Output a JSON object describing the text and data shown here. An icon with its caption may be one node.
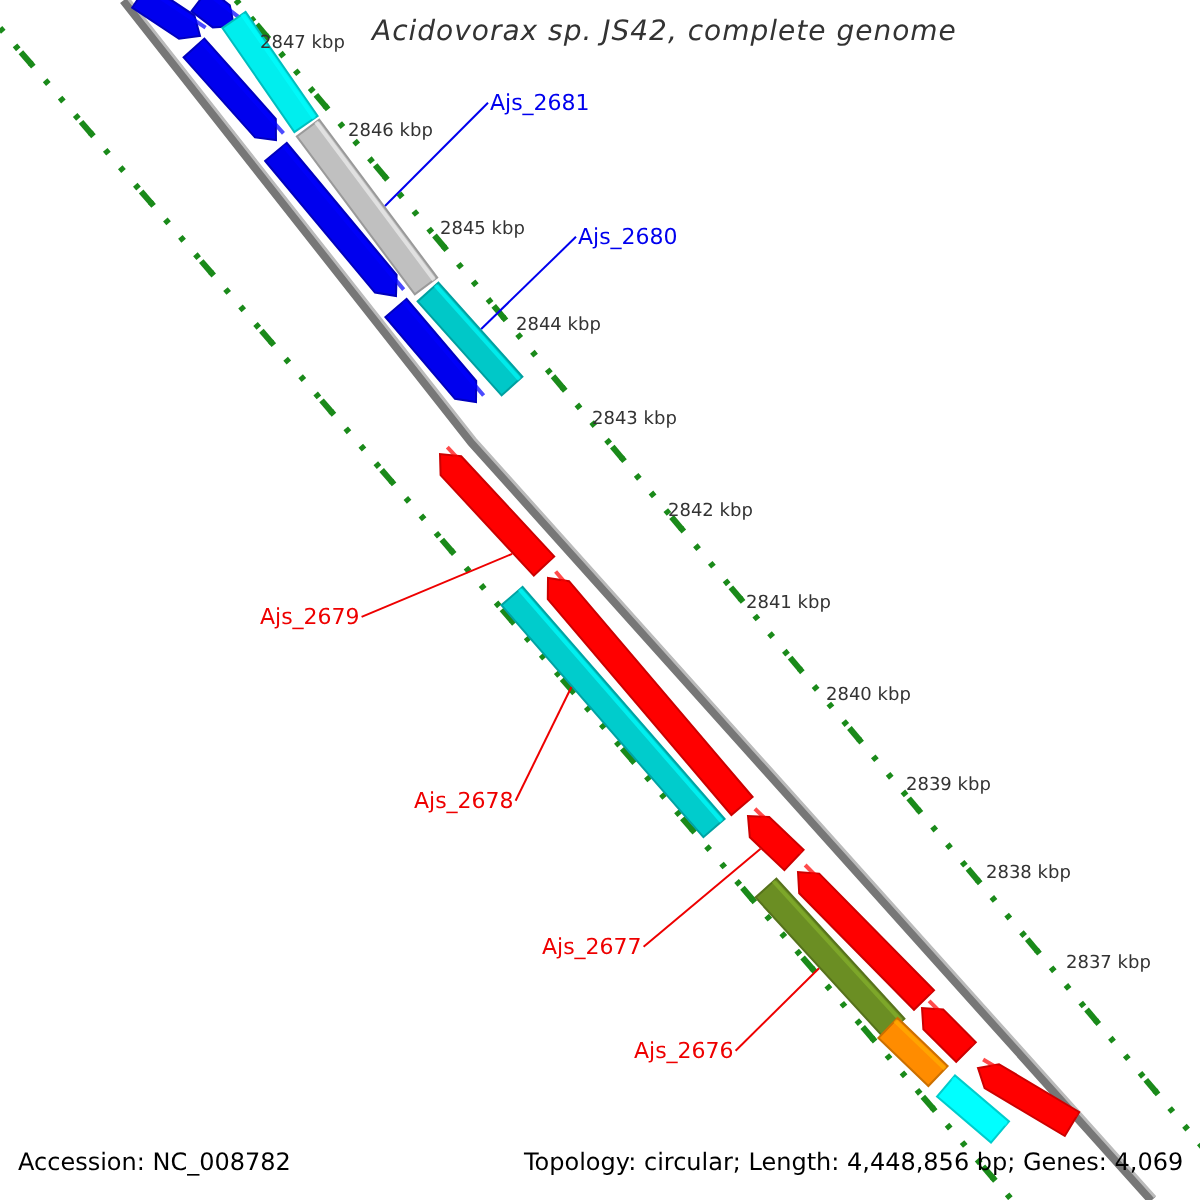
{
  "diagram": {
    "title": "Acidovorax sp. JS42, complete genome",
    "nodes": [
      {
        "text": [
          "Ajs_2681"
        ]
      },
      {
        "text": [
          "Ajs_2680"
        ]
      },
      {
        "text": [
          "Ajs_2679"
        ]
      },
      {
        "text": [
          "Ajs_2678"
        ]
      },
      {
        "text": [
          "Ajs_2677"
        ]
      },
      {
        "text": [
          "Ajs_2676"
        ]
      },
      {
        "text": [],
        "shape": "bar"
      },
      {
        "text": [],
        "shape": "bar"
      },
      {
        "text": [],
        "shape": "bar"
      },
      {
        "text": [],
        "shape": "bar"
      },
      {
        "text": [],
        "shape": "bar"
      },
      {
        "text": [],
        "shape": "bar"
      },
      {
        "text": [],
        "shape": "bar"
      },
      {
        "text": [],
        "shape": "bar"
      },
      {
        "text": [],
        "shape": "bar"
      },
      {
        "text": [],
        "shape": "bar"
      },
      {
        "text": [],
        "shape": "bar"
      },
      {
        "text": [],
        "shape": "bar"
      },
      {
        "text": [],
        "shape": "bar"
      },
      {
        "text": [],
        "shape": "bar"
      },
      {
        "text": [],
        "shape": "bar"
      },
      {
        "text": [],
        "shape": "bar"
      },
      {
        "text": [],
        "shape": "bar"
      },
      {
        "text": [],
        "shape": "bar"
      }
    ],
    "edges": [
      {
        "from": 0,
        "to": 10,
        "arrow": "none",
        "color": "#0000ee"
      },
      {
        "from": 1,
        "to": 12,
        "arrow": "none",
        "color": "#0000ee"
      },
      {
        "from": 2,
        "to": 14,
        "arrow": "none"
      },
      {
        "from": 3,
        "to": 16,
        "arrow": "none"
      },
      {
        "from": 4,
        "to": 17,
        "arrow": "none"
      },
      {
        "from": 5,
        "to": 19,
        "arrow": "none"
      }
    ],
    "labels": [
      "2847 kbp",
      "2846 kbp",
      "2845 kbp",
      "2844 kbp",
      "2843 kbp",
      "2842 kbp",
      "2841 kbp",
      "2840 kbp",
      "2839 kbp",
      "2838 kbp",
      "2837 kbp",
      "Accession: NC_008782",
      "Topology: circular; Length: 4,448,856 bp; Genes: 4,069"
    ]
  }
}
